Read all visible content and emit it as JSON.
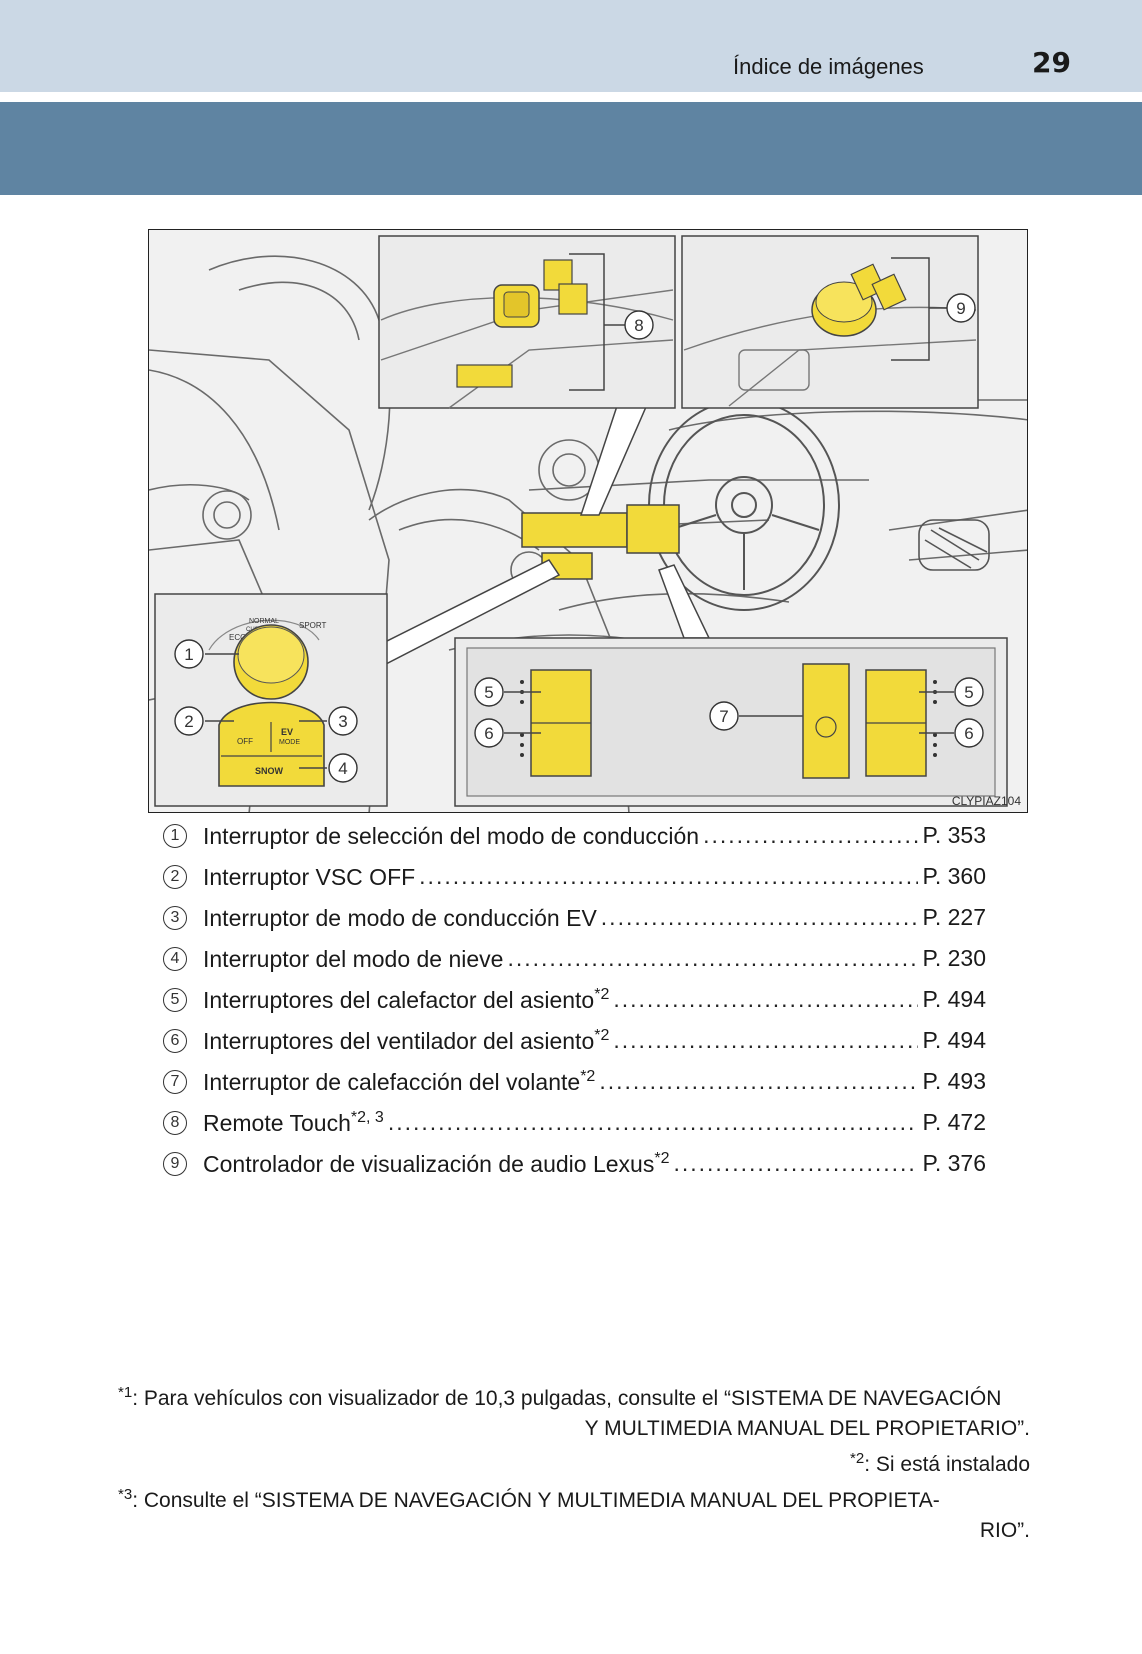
{
  "header": {
    "section_title": "Índice de imágenes",
    "page_number": "29"
  },
  "figure": {
    "code": "CLYPIAZ104",
    "panel_labels": {
      "eco": "ECO",
      "normal": "NORMAL",
      "customize": "CUSTOMIZE",
      "sport": "SPORT",
      "snow": "SNOW",
      "off": "OFF",
      "ev_mode": "MODE",
      "ev": "EV"
    },
    "callouts": [
      "1",
      "2",
      "3",
      "4",
      "5",
      "6",
      "7",
      "8",
      "9"
    ]
  },
  "items": [
    {
      "num": "1",
      "label": "Interruptor de selección del modo de conducción",
      "sup": "",
      "page": "P. 353"
    },
    {
      "num": "2",
      "label": "Interruptor VSC OFF",
      "sup": "",
      "page": "P. 360"
    },
    {
      "num": "3",
      "label": "Interruptor de modo de conducción EV",
      "sup": "",
      "page": "P. 227"
    },
    {
      "num": "4",
      "label": "Interruptor del modo de nieve",
      "sup": "",
      "page": "P. 230"
    },
    {
      "num": "5",
      "label": "Interruptores del calefactor del asiento",
      "sup": "*2",
      "page": "P. 494"
    },
    {
      "num": "6",
      "label": "Interruptores del ventilador del asiento",
      "sup": "*2",
      "page": "P. 494"
    },
    {
      "num": "7",
      "label": "Interruptor de calefacción del volante",
      "sup": "*2",
      "page": "P. 493"
    },
    {
      "num": "8",
      "label": "Remote Touch",
      "sup": "*2, 3",
      "page": "P. 472"
    },
    {
      "num": "9",
      "label": "Controlador de visualización de audio Lexus",
      "sup": "*2",
      "page": "P. 376"
    }
  ],
  "footnotes": {
    "fn1_mark": "*1",
    "fn1_line1": ": Para vehículos con visualizador de 10,3 pulgadas, consulte el “SISTEMA DE NAVEGACIÓN",
    "fn1_line2": "Y MULTIMEDIA MANUAL DEL PROPIETARIO”.",
    "fn2_mark": "*2",
    "fn2_text": ": Si está instalado",
    "fn3_mark": "*3",
    "fn3_line1": ": Consulte el “SISTEMA DE NAVEGACIÓN Y MULTIMEDIA MANUAL DEL PROPIETA-",
    "fn3_line2": "RIO”."
  },
  "colors": {
    "top_band": "#cbd8e5",
    "blue_band": "#5f84a2",
    "highlight_yellow": "#f2da3a",
    "line_art": "#555555"
  }
}
